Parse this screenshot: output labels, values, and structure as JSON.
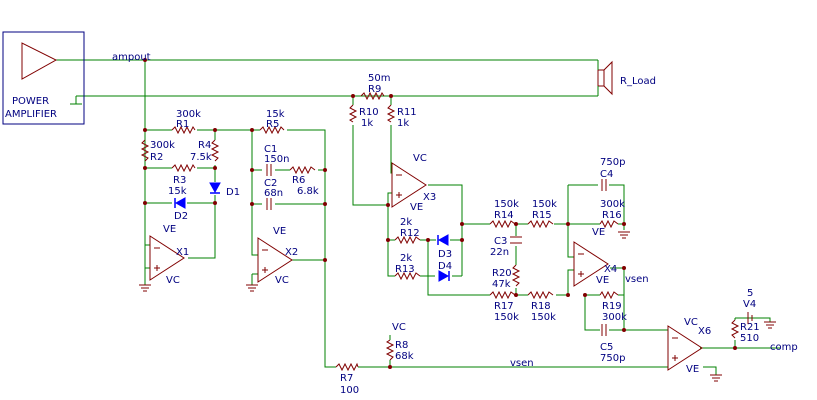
{
  "colors": {
    "wire": "#008000",
    "part": "#800000",
    "text": "#000080",
    "diode_fill": "#0000ff",
    "background": "#ffffff"
  },
  "power_amplifier": {
    "line1": "POWER",
    "line2": "AMPLIFIER"
  },
  "nets": {
    "ampout": "ampout",
    "vsen": "vsen",
    "comp": "comp",
    "vc": "VC",
    "ve": "VE"
  },
  "load": {
    "name": "R_Load"
  },
  "source": {
    "value": "5",
    "name": "V4"
  },
  "opamps": [
    "X1",
    "X2",
    "X3",
    "X4",
    "X6"
  ],
  "diodes": [
    "D1",
    "D2",
    "D3",
    "D4"
  ],
  "resistors": [
    {
      "name": "R1",
      "value": "300k"
    },
    {
      "name": "R2",
      "value": "300k"
    },
    {
      "name": "R3",
      "value": "15k"
    },
    {
      "name": "R4",
      "value": "7.5k"
    },
    {
      "name": "R5",
      "value": "15k"
    },
    {
      "name": "R6",
      "value": "6.8k"
    },
    {
      "name": "R7",
      "value": "100"
    },
    {
      "name": "R8",
      "value": "68k"
    },
    {
      "name": "R9",
      "value": "50m"
    },
    {
      "name": "R10",
      "value": "1k"
    },
    {
      "name": "R11",
      "value": "1k"
    },
    {
      "name": "R12",
      "value": "2k"
    },
    {
      "name": "R13",
      "value": "2k"
    },
    {
      "name": "R14",
      "value": "150k"
    },
    {
      "name": "R15",
      "value": "150k"
    },
    {
      "name": "R16",
      "value": "300k"
    },
    {
      "name": "R17",
      "value": "150k"
    },
    {
      "name": "R18",
      "value": "150k"
    },
    {
      "name": "R19",
      "value": "300k"
    },
    {
      "name": "R20",
      "value": "47k"
    },
    {
      "name": "R21",
      "value": "510"
    }
  ],
  "capacitors": [
    {
      "name": "C1",
      "value": "150n"
    },
    {
      "name": "C2",
      "value": "68n"
    },
    {
      "name": "C3",
      "value": "22n"
    },
    {
      "name": "C4",
      "value": "750p"
    },
    {
      "name": "C5",
      "value": "750p"
    }
  ]
}
